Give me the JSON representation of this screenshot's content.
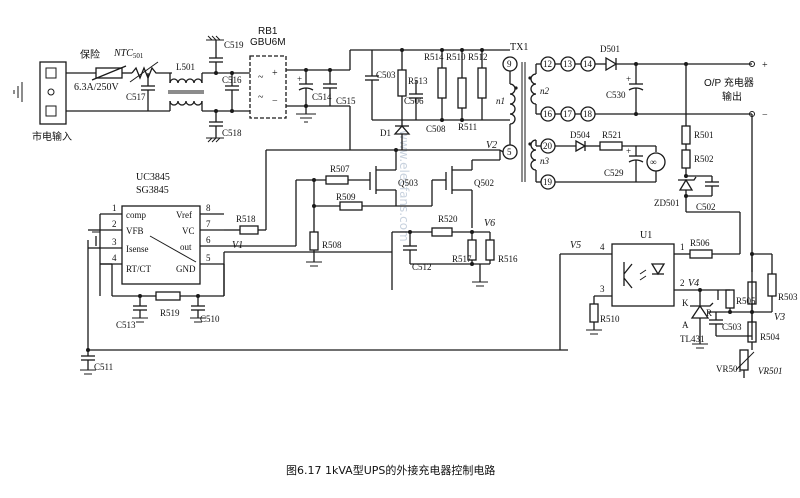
{
  "caption": "图6.17   1kVA型UPS的外接充电器控制电路",
  "watermark": "www.elecfans.com",
  "labels": {
    "mains": "市电输入",
    "fuse": "保险",
    "fuse_rating": "6.3A/250V",
    "ntc": "NTC",
    "ntc_sub": "501",
    "c517": "C517",
    "l501": "L501",
    "c519": "C519",
    "c516": "C516",
    "c518": "C518",
    "rb1": "RB1",
    "gbu": "GBU6M",
    "c514": "C514",
    "c515": "C515",
    "c503": "C503",
    "r513": "R513",
    "r514": "R514",
    "r510": "R510",
    "r512": "R512",
    "c506": "C506",
    "c508": "C508",
    "r511": "R511",
    "d1": "D1",
    "v2": "V2",
    "tx1": "TX1",
    "n1": "n1",
    "n2": "n2",
    "n3": "n3",
    "p9": "9",
    "p5": "5",
    "p12": "12",
    "p13": "13",
    "p14": "14",
    "p16": "16",
    "p17": "17",
    "p18": "18",
    "p20": "20",
    "p19": "19",
    "d501": "D501",
    "c530": "C530",
    "d504": "D504",
    "r521": "R521",
    "c529": "C529",
    "out_label": "O/P 充电器",
    "out_label2": "输出",
    "plus": "+",
    "minus": "−",
    "r501": "R501",
    "r502": "R502",
    "zd501": "ZD501",
    "c502": "C502",
    "uc3845": "UC3845",
    "sg3845": "SG3845",
    "ic_comp": "comp",
    "ic_vfb": "VFB",
    "ic_isense": "Isense",
    "ic_rtct": "RT/CT",
    "ic_vref": "Vref",
    "ic_vc": "VC",
    "ic_out": "out",
    "ic_gnd": "GND",
    "pin1": "1",
    "pin2": "2",
    "pin3": "3",
    "pin4": "4",
    "pin5": "5",
    "pin6": "6",
    "pin7": "7",
    "pin8": "8",
    "r518": "R518",
    "v1": "V1",
    "r507": "R507",
    "q503": "Q503",
    "q502": "Q502",
    "r509": "R509",
    "r508": "R508",
    "r520": "R520",
    "v6": "V6",
    "c512": "C512",
    "r517": "R517",
    "r516": "R516",
    "r519": "R519",
    "c513": "C513",
    "c510": "C510",
    "c511": "C511",
    "v5": "V5",
    "u1": "U1",
    "u1p1": "1",
    "u1p2": "2",
    "u1p3": "3",
    "u1p4": "4",
    "r506": "R506",
    "v4": "V4",
    "r505": "R505",
    "c503b": "C503",
    "r503": "R503",
    "v3": "V3",
    "r504": "R504",
    "r510b": "R510",
    "tl_k": "K",
    "tl_r": "R",
    "tl_a": "A",
    "tl431": "TL431",
    "vr501": "VR501",
    "vr501b": "VR501"
  },
  "colors": {
    "ink": "#1a1a1a",
    "background": "#ffffff"
  }
}
